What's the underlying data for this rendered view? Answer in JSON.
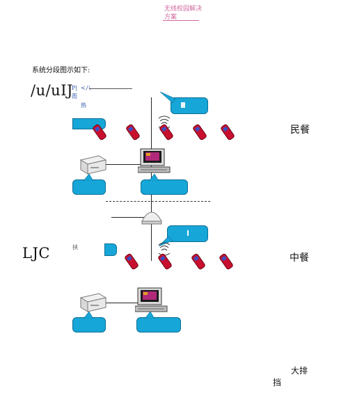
{
  "header": {
    "title_line1": "无线校园解决",
    "title_line2": "方案"
  },
  "intro_text": "系统分段图示如下:",
  "ocr_fragments": {
    "top_left_big": "/u/uIJ",
    "top_left_small1": "P|  <八",
    "top_left_small2": "而",
    "top_left_small3": "热",
    "mid_left_big": "LJC",
    "mid_left_small": "扶"
  },
  "sections": {
    "breakfast": "民餐",
    "lunch": "中餐",
    "dinner_line1": "大排",
    "dinner_line2": "挡"
  },
  "colors": {
    "bubble": "#17a6d8",
    "phone_body": "#c8102e",
    "phone_screen": "#3a4fc4",
    "header_pink": "#d06aa0"
  }
}
